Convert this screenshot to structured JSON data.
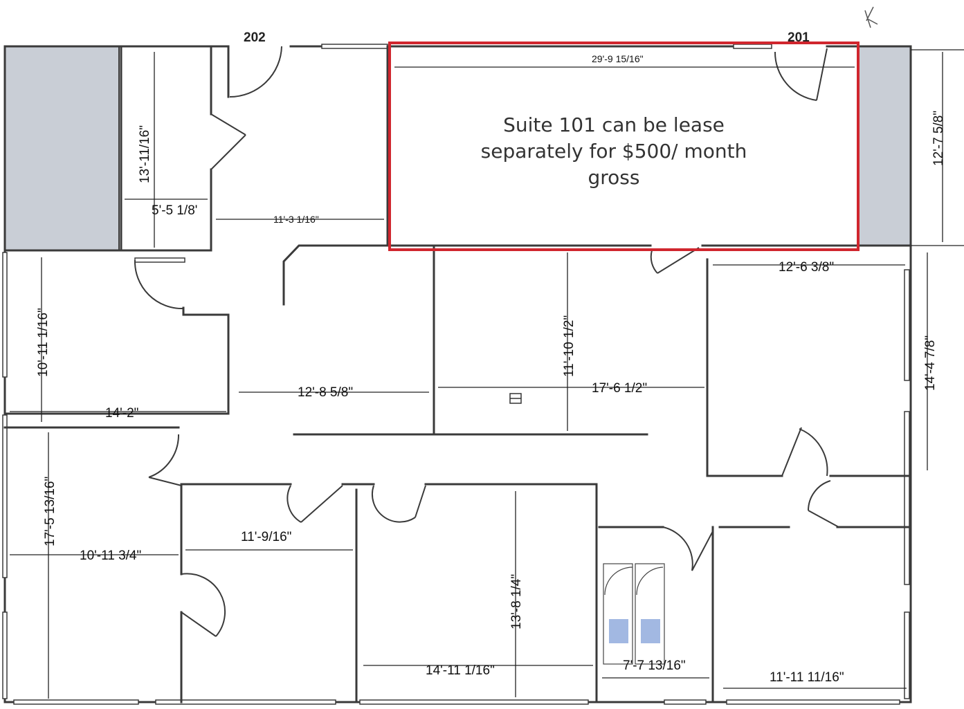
{
  "labels": {
    "room_202": "202",
    "room_201": "201"
  },
  "note": {
    "line1": "Suite 101 can be lease",
    "line2": "separately for $500/ month",
    "line3": "gross"
  },
  "dimensions": {
    "suite_101_width": "29'-9 15/16\"",
    "suite_101_depth": "12'-7 5/8\"",
    "closet_height": "13'-11/16\"",
    "closet_width": "5'-5 1/8'",
    "hall_top": "11'-3 1/16\"",
    "left_office_height": "10'-11 1/16\"",
    "left_office_width": "14'-2\"",
    "center_left_width": "12'-8 5/8\"",
    "center_room_height": "11'-10 1/2\"",
    "center_room_width": "17'-6 1/2\"",
    "right_office_width": "12'-6 3/8\"",
    "right_office_height": "14'-4 7/8\"",
    "bottom_left_height": "17'-5 13/16\"",
    "bottom_left_width": "10'-11 3/4\"",
    "office_b_width": "11'-9/16\"",
    "office_c_height": "13'-8 1/4\"",
    "office_c_width": "14'-11 1/16\"",
    "restroom_width": "7'-7 13/16\"",
    "bottom_right_width": "11'-11 11/16\""
  },
  "colors": {
    "highlight": "#d0262e",
    "hatch": "#c9ced6",
    "wall": "#3a3a3a"
  }
}
